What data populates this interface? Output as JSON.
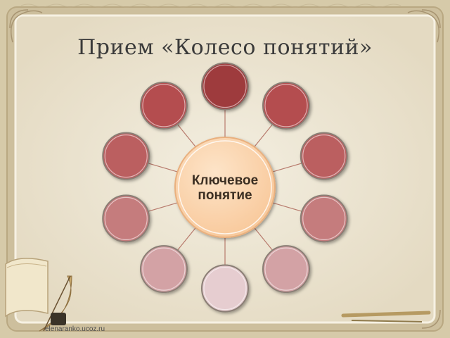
{
  "slide": {
    "title": "Прием «Колесо понятий»",
    "footer": "elenaranko.ucoz.ru"
  },
  "diagram": {
    "center_label_line1": "Ключевое",
    "center_label_line2": "понятие",
    "center_color": "#fcd8b4",
    "outer_colors": [
      "#9e3a3c",
      "#b44d4f",
      "#bb5e60",
      "#c57b7d",
      "#d3a2a5",
      "#e6cdd0",
      "#d3a2a5",
      "#c57b7d",
      "#bb5e60",
      "#b44d4f"
    ]
  },
  "colors": {
    "background": "#ede6d4",
    "border": "#cdbf9d",
    "connector": "#b77a6c"
  }
}
